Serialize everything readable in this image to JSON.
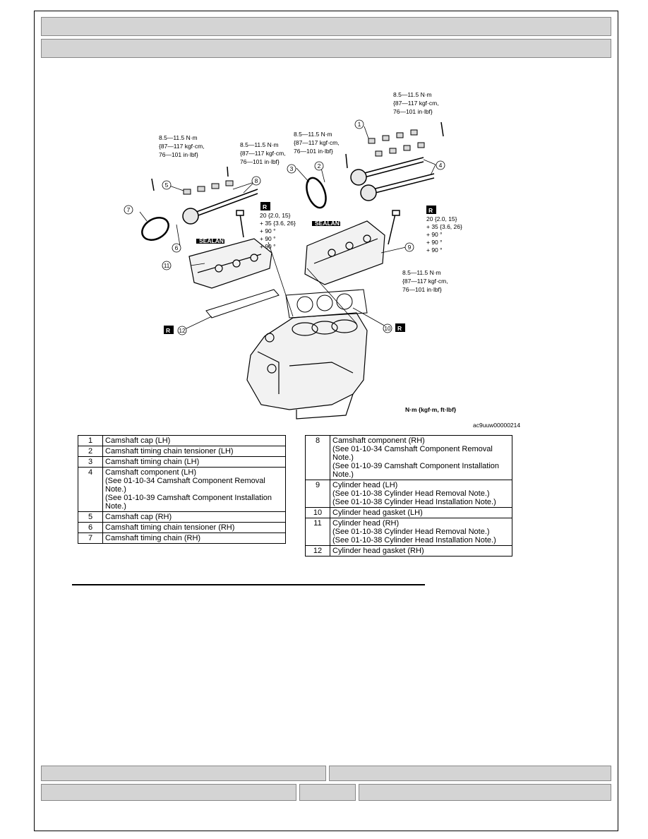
{
  "header": {
    "title": "",
    "subtitle": ""
  },
  "diagram": {
    "torque_small": [
      "8.5—11.5 N·m",
      "{87—117 kgf·cm,",
      "76—101 in·lbf}"
    ],
    "torque_head": [
      "20 {2.0, 15}",
      "+ 35 {3.6, 26}",
      "+ 90 °",
      "+ 90 °",
      "+ 90 °"
    ],
    "badge_r": "R",
    "sealant": "SEALANT",
    "callouts": [
      "1",
      "2",
      "3",
      "4",
      "5",
      "6",
      "7",
      "8",
      "9",
      "10",
      "11",
      "12"
    ],
    "units_note": "N·m {kgf·m, ft·lbf}",
    "figure_code": "ac9uuw00000214"
  },
  "parts_left": [
    {
      "num": "1",
      "lines": [
        "Camshaft cap (LH)"
      ]
    },
    {
      "num": "2",
      "lines": [
        "Camshaft timing chain tensioner (LH)"
      ]
    },
    {
      "num": "3",
      "lines": [
        "Camshaft timing chain (LH)"
      ]
    },
    {
      "num": "4",
      "lines": [
        "Camshaft component (LH)",
        "(See 01-10-34 Camshaft Component Removal Note.)",
        "(See 01-10-39 Camshaft Component Installation Note.)"
      ]
    },
    {
      "num": "5",
      "lines": [
        "Camshaft cap (RH)"
      ]
    },
    {
      "num": "6",
      "lines": [
        "Camshaft timing chain tensioner (RH)"
      ]
    },
    {
      "num": "7",
      "lines": [
        "Camshaft timing chain (RH)"
      ]
    }
  ],
  "parts_right": [
    {
      "num": "8",
      "lines": [
        "Camshaft component (RH)",
        "(See 01-10-34 Camshaft Component Removal Note.)",
        "(See 01-10-39 Camshaft Component Installation Note.)"
      ]
    },
    {
      "num": "9",
      "lines": [
        "Cylinder head (LH)",
        "(See 01-10-38 Cylinder Head Removal Note.)",
        "(See 01-10-38 Cylinder Head Installation Note.)"
      ]
    },
    {
      "num": "10",
      "lines": [
        "Cylinder head gasket (LH)"
      ]
    },
    {
      "num": "11",
      "lines": [
        "Cylinder head (RH)",
        "(See 01-10-38 Cylinder Head Removal Note.)",
        "(See 01-10-38 Cylinder Head Installation Note.)"
      ]
    },
    {
      "num": "12",
      "lines": [
        "Cylinder head gasket (RH)"
      ]
    }
  ],
  "footer": {
    "cells": [
      "",
      "",
      "",
      "",
      ""
    ]
  }
}
